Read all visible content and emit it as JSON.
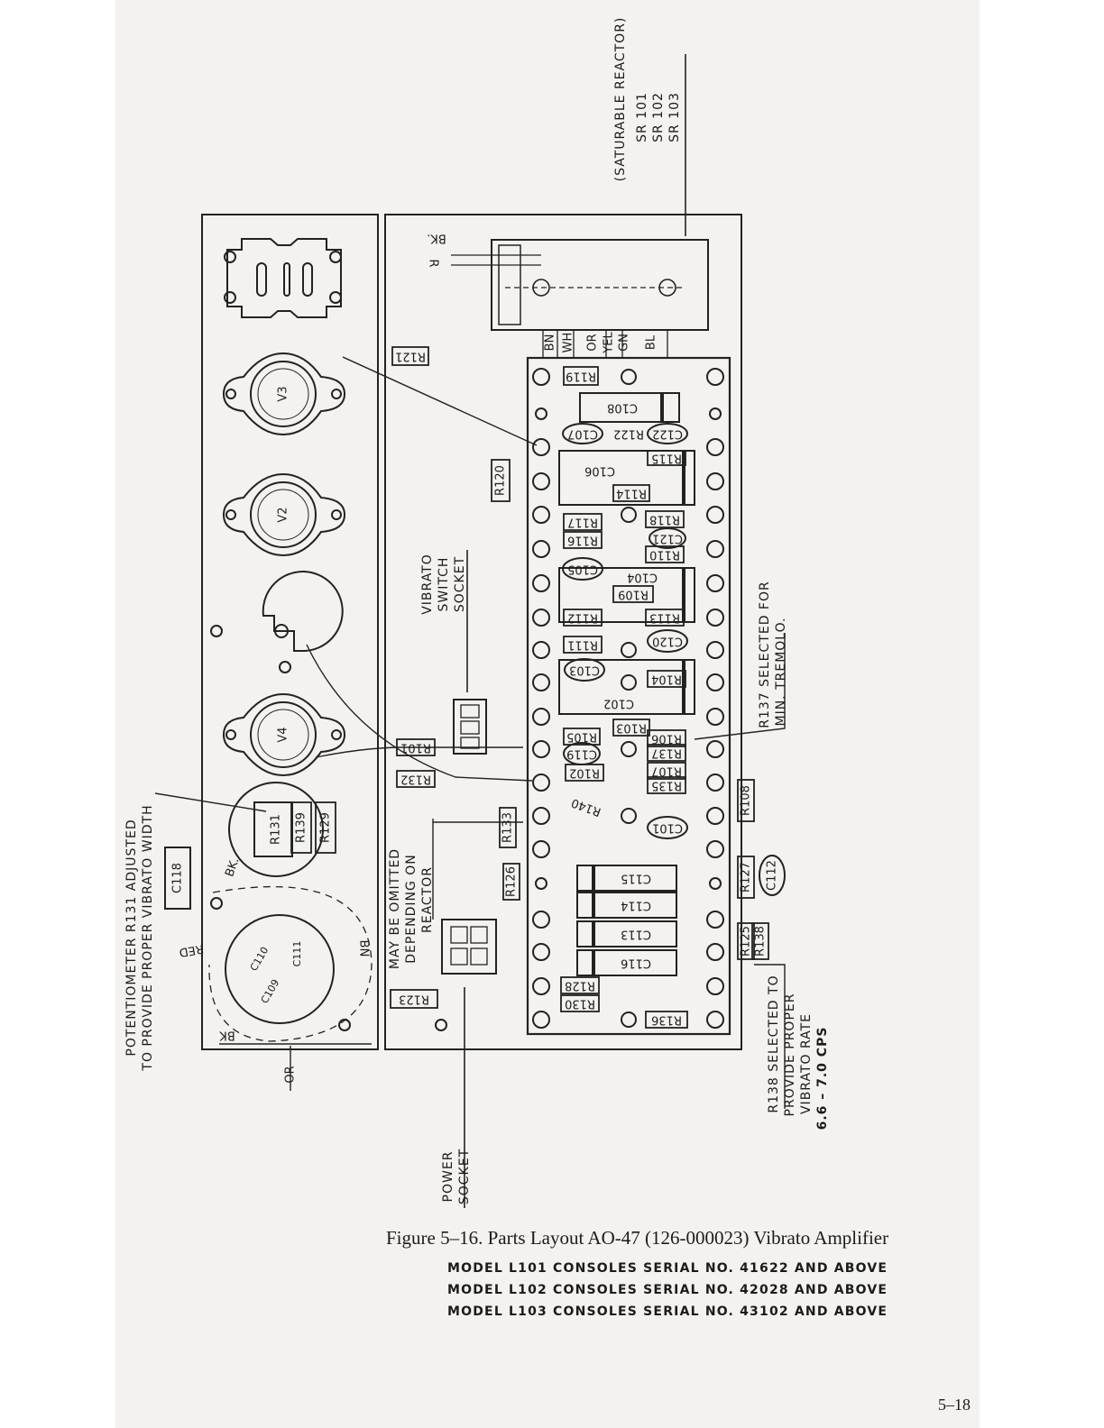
{
  "figure": {
    "caption": "Figure 5–16. Parts Layout AO-47 (126-000023) Vibrato Amplifier",
    "models": [
      "MODEL  L101  CONSOLES  SERIAL  NO. 41622  AND  ABOVE",
      "MODEL  L102  CONSOLES  SERIAL  NO. 42028  AND  ABOVE",
      "MODEL  L103  CONSOLES  SERIAL  NO. 43102  AND  ABOVE"
    ],
    "page_number": "5–18"
  },
  "notes": {
    "saturable_reactor": "(SATURABLE  REACTOR)",
    "sr101": "SR 101",
    "sr102": "SR 102",
    "sr103": "SR 103",
    "potentiometer_1": "POTENTIOMETER  R131  ADJUSTED",
    "potentiometer_2": "TO PROVIDE PROPER VIBRATO WIDTH",
    "may_be_omitted_1": "MAY BE OMITTED",
    "may_be_omitted_2": "DEPENDING ON",
    "may_be_omitted_3": "REACTOR",
    "vibrato_switch_1": "VIBRATO",
    "vibrato_switch_2": "SWITCH",
    "vibrato_switch_3": "SOCKET",
    "power_socket_1": "POWER",
    "power_socket_2": "SOCKET",
    "r137_note_1": "R137  SELECTED FOR",
    "r137_note_2": "MIN. TREMOLO.",
    "r138_note_1": "R138  SELECTED  TO",
    "r138_note_2": "PROVIDE  PROPER",
    "r138_note_3": "VIBRATO  RATE",
    "r138_note_4": "6.6 – 7.0  CPS"
  },
  "wire_colors": [
    "BN",
    "WH",
    "OR",
    "YEL",
    "GN",
    "BL"
  ],
  "wires_misc": {
    "r": "R",
    "bk_top": "BK.",
    "bk_bottom": "BK",
    "or_bottom": "OR",
    "red": "RED",
    "bk_pot": "BK.",
    "bn": "BN"
  },
  "tubes": {
    "v3": "V3",
    "v2": "V2",
    "v4": "V4"
  },
  "components": {
    "board": [
      "R119",
      "C108",
      "C107",
      "R122",
      "C122",
      "R115",
      "C106",
      "R114",
      "R117",
      "R118",
      "R116",
      "C121",
      "R110",
      "C105",
      "C104",
      "R109",
      "R112",
      "R113",
      "R111",
      "C120",
      "C103",
      "R104",
      "C102",
      "R103",
      "R105",
      "R106",
      "C119",
      "R137",
      "R102",
      "R107",
      "R135",
      "R140",
      "C101",
      "R108",
      "C115",
      "C114",
      "C113",
      "C116",
      "R128",
      "R130",
      "R136",
      "R127",
      "C112",
      "R125",
      "R138"
    ],
    "chassis": [
      "R121",
      "R120",
      "R101",
      "R132",
      "R133",
      "R126",
      "R123",
      "R131",
      "R139",
      "R129",
      "C118",
      "C110",
      "C111",
      "C109"
    ]
  }
}
